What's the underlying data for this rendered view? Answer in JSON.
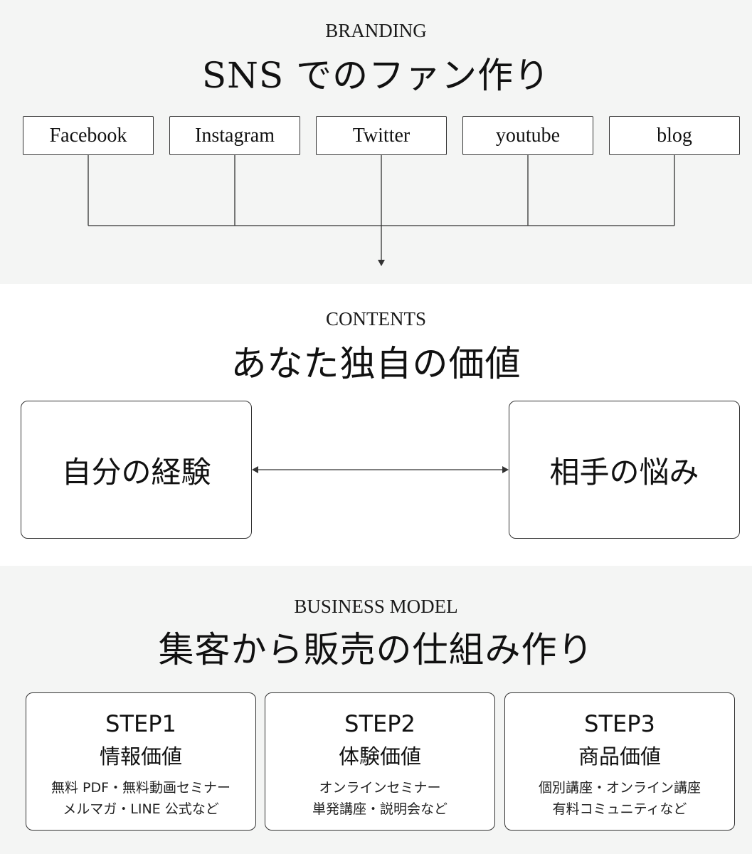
{
  "branding": {
    "eyebrow": "BRANDING",
    "title": "SNS でのファン作り",
    "platforms": [
      "Facebook",
      "Instagram",
      "Twitter",
      "youtube",
      "blog"
    ]
  },
  "contents": {
    "eyebrow": "CONTENTS",
    "title": "あなた独自の価値",
    "left_box": "自分の経験",
    "right_box": "相手の悩み"
  },
  "business": {
    "eyebrow": "BUSINESS MODEL",
    "title": "集客から販売の仕組み作り",
    "steps": [
      {
        "title": "STEP1",
        "subtitle": "情報価値",
        "line1": "無料 PDF・無料動画セミナー",
        "line2": "メルマガ・LINE 公式など"
      },
      {
        "title": "STEP2",
        "subtitle": "体験価値",
        "line1": "オンラインセミナー",
        "line2": "単発講座・説明会など"
      },
      {
        "title": "STEP3",
        "subtitle": "商品価値",
        "line1": "個別講座・オンライン講座",
        "line2": "有料コミュニティなど"
      }
    ]
  },
  "colors": {
    "band_bg": "#f4f5f4",
    "line": "#333333",
    "box_bg": "#ffffff"
  }
}
